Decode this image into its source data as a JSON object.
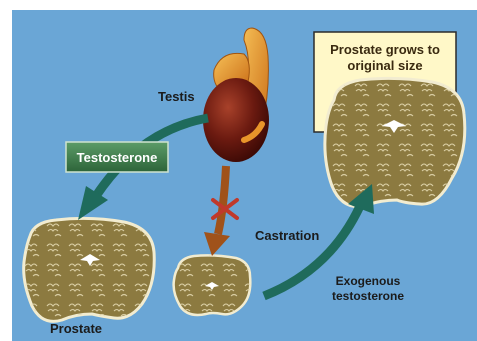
{
  "labels": {
    "testis": "Testis",
    "testosterone": "Testosterone",
    "castration": "Castration",
    "prostate": "Prostate",
    "grows_line1": "Prostate grows to",
    "grows_line2": "original size",
    "exogenous_line1": "Exogenous",
    "exogenous_line2": "testosterone"
  },
  "colors": {
    "background": "#6aa6d6",
    "prostate_fill": "#8c7a40",
    "prostate_outline": "#f2ecd0",
    "arrow_teal": "#1f6b5c",
    "arrow_brown": "#a0521a",
    "testis_body": "#6b1a10",
    "epididymis": "#e8952a",
    "callout_fill": "#fff8c8",
    "castration_cross": "#c0392b",
    "testosterone_box": "#3f7e4e"
  },
  "icons": {
    "block_mark": "cross-icon"
  }
}
